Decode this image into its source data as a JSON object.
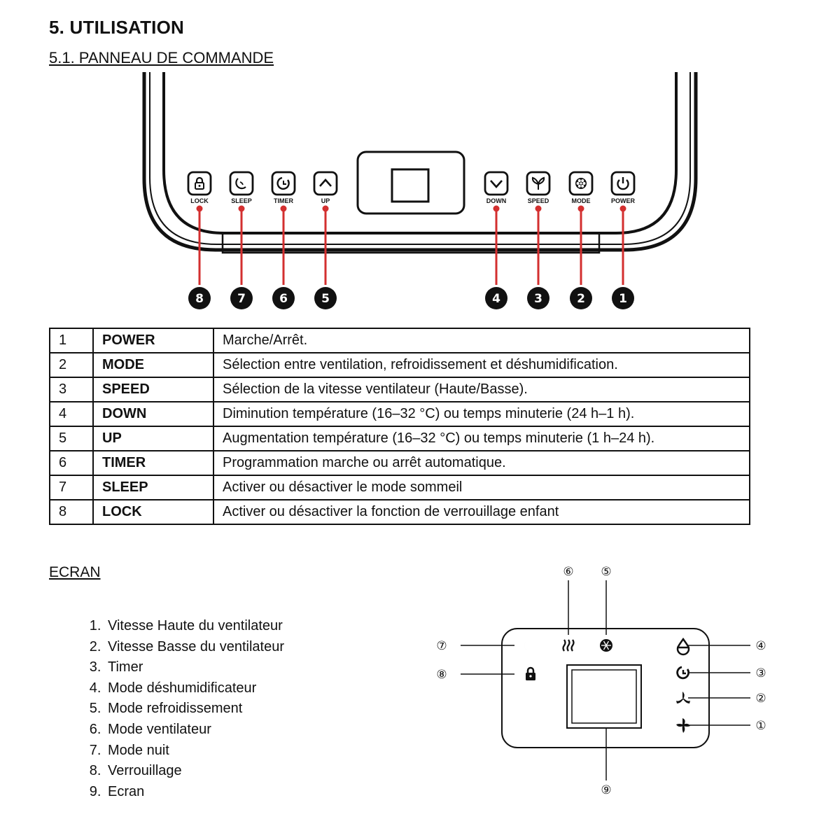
{
  "page": {
    "title": "5. UTILISATION",
    "subtitle": "5.1. PANNEAU DE COMMANDE",
    "screen_heading": "ECRAN"
  },
  "panel": {
    "buttons": [
      {
        "label": "LOCK",
        "icon": "lock-icon",
        "number": "8"
      },
      {
        "label": "SLEEP",
        "icon": "sleep-moon-icon",
        "number": "7"
      },
      {
        "label": "TIMER",
        "icon": "timer-icon",
        "number": "6"
      },
      {
        "label": "UP",
        "icon": "chevron-up-icon",
        "number": "5"
      },
      {
        "label": "DOWN",
        "icon": "chevron-down-icon",
        "number": "4"
      },
      {
        "label": "SPEED",
        "icon": "fan-speed-icon",
        "number": "3"
      },
      {
        "label": "MODE",
        "icon": "mode-icon",
        "number": "2"
      },
      {
        "label": "POWER",
        "icon": "power-icon",
        "number": "1"
      }
    ],
    "callout_color": "#d32f2f"
  },
  "table": {
    "rows": [
      {
        "num": "1",
        "key": "POWER",
        "desc": "Marche/Arrêt."
      },
      {
        "num": "2",
        "key": "MODE",
        "desc": "Sélection entre ventilation, refroidissement et déshumidification."
      },
      {
        "num": "3",
        "key": "SPEED",
        "desc": "Sélection de la vitesse ventilateur (Haute/Basse)."
      },
      {
        "num": "4",
        "key": "DOWN",
        "desc": "Diminution température (16–32 °C) ou temps minuterie (24 h–1 h)."
      },
      {
        "num": "5",
        "key": "UP",
        "desc": "Augmentation température (16–32 °C) ou temps minuterie (1 h–24 h)."
      },
      {
        "num": "6",
        "key": "TIMER",
        "desc": "Programmation marche ou arrêt automatique."
      },
      {
        "num": "7",
        "key": "SLEEP",
        "desc": "Activer ou désactiver le mode sommeil"
      },
      {
        "num": "8",
        "key": "LOCK",
        "desc": "Activer ou désactiver la fonction de verrouillage enfant"
      }
    ]
  },
  "screen_legend": {
    "items": [
      "Vitesse Haute du ventilateur",
      "Vitesse Basse du ventilateur",
      "Timer",
      "Mode déshumidificateur",
      "Mode refroidissement",
      "Mode ventilateur",
      "Mode nuit",
      "Verrouillage",
      "Ecran"
    ]
  },
  "screen_diagram": {
    "callouts": [
      "①",
      "②",
      "③",
      "④",
      "⑤",
      "⑥",
      "⑦",
      "⑧",
      "⑨"
    ]
  }
}
